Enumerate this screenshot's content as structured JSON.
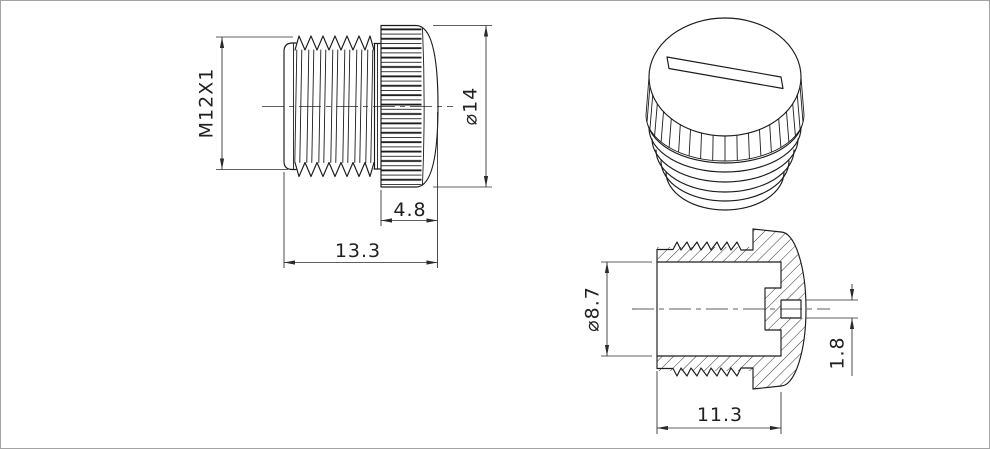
{
  "drawing": {
    "title": "knurled-screw-plug-technical-drawing",
    "side_view": {
      "thread_spec": "M12X1",
      "head_diameter": "⌀14",
      "head_width": "4.8",
      "total_length": "13.3"
    },
    "section_view": {
      "bore_diameter": "⌀8.7",
      "slot_width": "1.8",
      "body_length": "11.3"
    },
    "colors": {
      "line": "#1c1c1c",
      "dimension": "#2b2b2b",
      "page_border": "#a3a3a3",
      "background": "#ffffff"
    }
  }
}
